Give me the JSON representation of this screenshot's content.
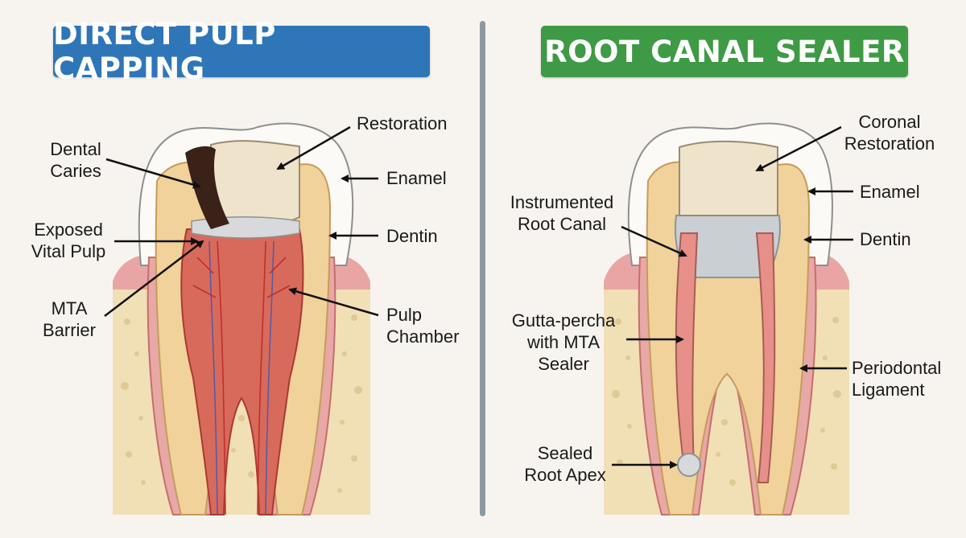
{
  "colors": {
    "left_title_bg": "#2e76b8",
    "right_title_bg": "#3f9a45",
    "gum": "#e9a5a3",
    "bone": "#f1dfb6",
    "enamel": "#fbfaf7",
    "dentin": "#f0d29a",
    "pulp": "#d86a5c",
    "caries": "#3a2219",
    "mta": "#d7d9dc",
    "gutta_percha": "#e7908a"
  },
  "left": {
    "title": "DIRECT PULP CAPPING",
    "labels": {
      "dental_caries": "Dental\nCaries",
      "restoration": "Restoration",
      "enamel": "Enamel",
      "exposed_vital_pulp": "Exposed\nVital Pulp",
      "dentin": "Dentin",
      "mta_barrier": "MTA\nBarrier",
      "pulp_chamber": "Pulp\nChamber"
    }
  },
  "right": {
    "title": "ROOT CANAL SEALER",
    "labels": {
      "coronal_restoration": "Coronal\nRestoration",
      "instrumented_root_canal": "Instrumented\nRoot Canal",
      "enamel": "Enamel",
      "dentin": "Dentin",
      "gutta_percha": "Gutta-percha\nwith MTA\nSealer",
      "periodontal_ligament": "Periodontal\nLigament",
      "sealed_root_apex": "Sealed\nRoot Apex"
    }
  }
}
